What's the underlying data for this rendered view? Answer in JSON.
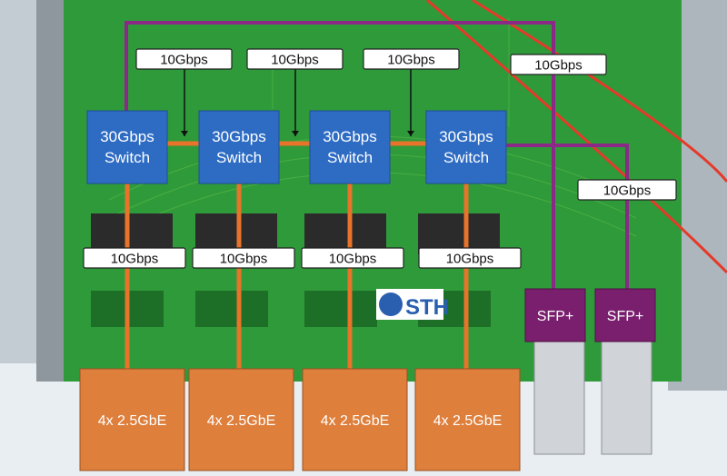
{
  "colors": {
    "pcb": "#2f9a3a",
    "pcb_dark": "#1f7a2a",
    "switch_box": "#2e6cc4",
    "port_box": "#de7f3c",
    "sfp_box": "#7a1f6e",
    "link_orange": "#e8732a",
    "link_purple": "#8a2a86",
    "label_bg": "#ffffff",
    "chassis": "#bfc6cc"
  },
  "icons": {
    "logo": "sth-logo"
  },
  "logo": {
    "text": "STH"
  },
  "switches": [
    {
      "label_line1": "30Gbps",
      "label_line2": "Switch"
    },
    {
      "label_line1": "30Gbps",
      "label_line2": "Switch"
    },
    {
      "label_line1": "30Gbps",
      "label_line2": "Switch"
    },
    {
      "label_line1": "30Gbps",
      "label_line2": "Switch"
    }
  ],
  "ports": [
    {
      "label": "4x 2.5GbE"
    },
    {
      "label": "4x 2.5GbE"
    },
    {
      "label": "4x 2.5GbE"
    },
    {
      "label": "4x 2.5GbE"
    }
  ],
  "sfp": [
    {
      "label": "SFP+"
    },
    {
      "label": "SFP+"
    }
  ],
  "top_links": [
    {
      "label": "10Gbps"
    },
    {
      "label": "10Gbps"
    },
    {
      "label": "10Gbps"
    },
    {
      "label": "10Gbps"
    }
  ],
  "bottom_links": [
    {
      "label": "10Gbps"
    },
    {
      "label": "10Gbps"
    },
    {
      "label": "10Gbps"
    },
    {
      "label": "10Gbps"
    }
  ],
  "side_link": {
    "label": "10Gbps"
  }
}
